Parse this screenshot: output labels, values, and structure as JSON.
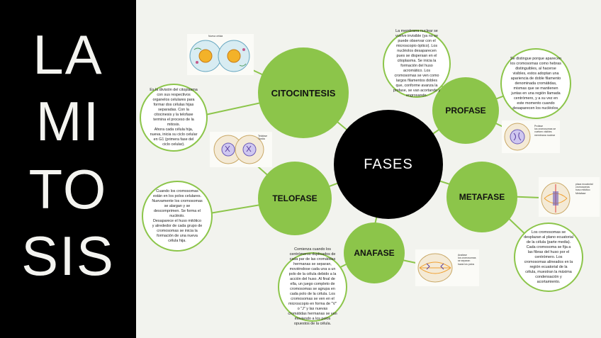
{
  "title": {
    "lines": [
      "LA",
      "MI",
      "TO",
      "SIS"
    ]
  },
  "center": {
    "label": "FASES"
  },
  "phases": {
    "citocintesis": {
      "label": "CITOCINTESIS",
      "text": "Es la división del citoplasma con sus respectivos organelos celulares para formar dos células hijas separadas. Con la citocinesis y la telofase termina el proceso de la mitosis.\nAhora cada célula hija, nueva, inicia su ciclo celular en G1 (primera fase del ciclo celular).",
      "image_caption": "Nueva célula"
    },
    "telofase": {
      "label": "TELOFASE",
      "text": "Cuando los cromosomas están en los polos celulares.\nNuevamente los cromosomas se alargan y se descomprimen. Se forma el nucléolo.\nDesaparece el huso mitótico y alrededor de cada grupo de cromosomas se inicia la formación de una nueva célula hija.",
      "image_caption": "Telofase\nTardía"
    },
    "profase": {
      "label": "PROFASE",
      "text": "La membrana nuclear se vuelve invisible (ya no se puede observar con el microscopio óptico). Los nucléolos desaparecen pues se dispersan en el citoplasma. Se inicia la formación del huso acromático. Los cromosomas se ven como largos filamentos dobles que, conforme avanza la profase, se van acortando y engrosando.",
      "text_secondary": "Se distingue porque aparecen los cromosomas como hebras distinguibles, al hacerse visibles, estos adoptan una apariencia de doble filamento denominada cromátidas, mismas que se mantienen juntas en una región llamada centrómero, y a su vez en este momento cuando desaparecen los nucléolos.",
      "image_caption": "Profase\nlos cromosomas se vuelven visibles\nmembrana nuclear"
    },
    "metafase": {
      "label": "METAFASE",
      "text": "Los cromosomas se desplazan al plano ecuatorial de la célula (parte media). Cada cromosoma se fija a las fibras del huso por el centrómero. Los cromosomas alineados en la región ecuatorial de la célula, muestran la máxima condensación y acortamiento.",
      "image_caption": "placa ecuatorial\ncromosomas\nhuso mitótico\nMetafase"
    },
    "anafase": {
      "label": "ANAFASE",
      "text": "Comienza cuando los centrómeros duplicados de cada par de las cromátidas hermanas se separan, moviéndose cada una a un polo de la célula debido a la acción del huso. Al final de ella, un juego completo de cromosomas se agrupa en cada polo de la célula. Los cromosomas se ven en el microscopio en forma de \"V\" o \"J\" y las nuevas cromátidas hermanas se van moviendo a los polos opuestos de la célula.",
      "image_caption": "Anafase\nlos cromosomas se separan\nhacia los polos"
    }
  },
  "colors": {
    "node_green": "#8cc54a",
    "center_black": "#000000",
    "panel_black": "#000000",
    "title_text": "#f4f4f0",
    "background": "#f2f3ee"
  }
}
